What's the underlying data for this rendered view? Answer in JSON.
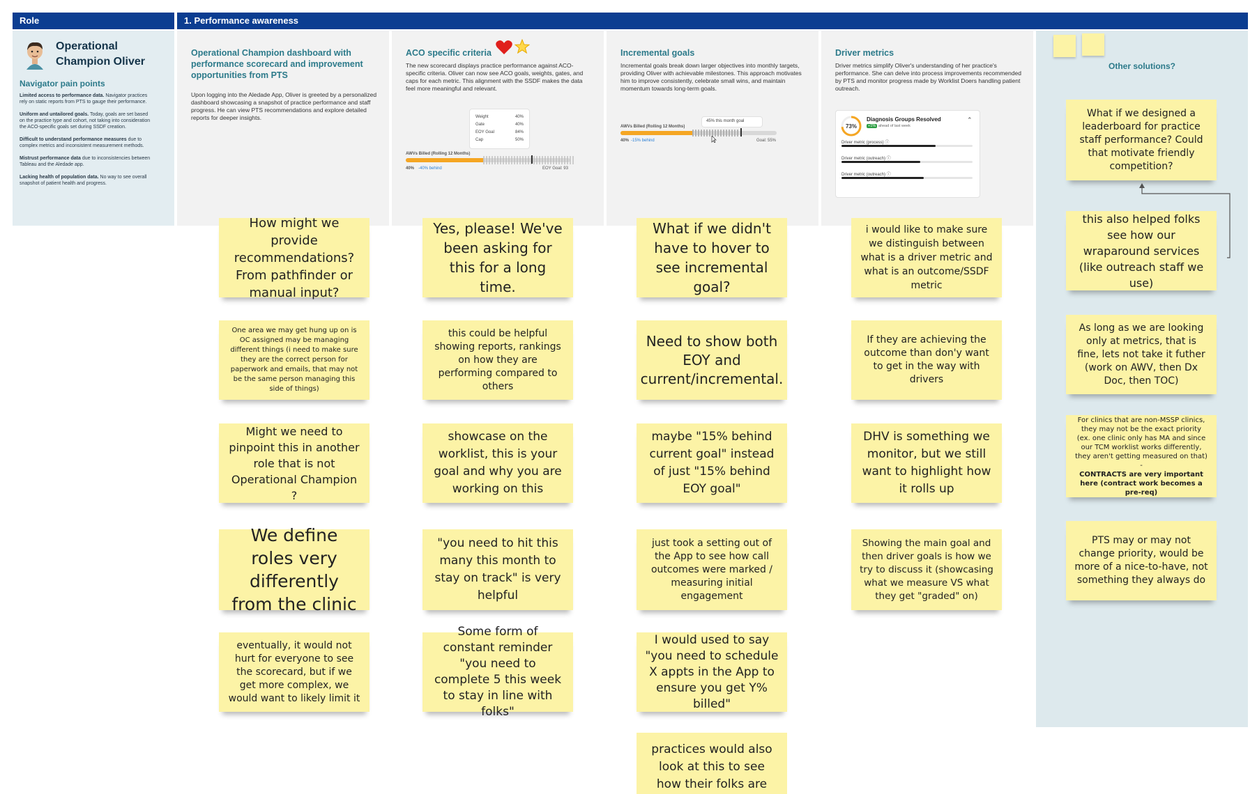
{
  "headers": {
    "role": "Role",
    "section": "1. Performance awareness"
  },
  "persona": {
    "name": "Operational Champion Oliver",
    "pain_title": "Navigator pain points",
    "pain_points": [
      {
        "bold": "Limited access to performance data.",
        "text": " Navigator practices rely on static reports from PTS to gauge their performance."
      },
      {
        "bold": "Uniform and untailored goals.",
        "text": " Today, goals are set based on the practice type and cohort, not taking into consideration the ACO-specific goals set during SSDF creation."
      },
      {
        "bold": "Difficult to understand performance measures",
        "text": " due to complex metrics and inconsistent measurement methods."
      },
      {
        "bold": "Mistrust performance data",
        "text": " due to inconsistencies between Tableau and the Aledade app."
      },
      {
        "bold": "Lacking health of population data.",
        "text": " No way to see overall snapshot of patient health and progress."
      }
    ]
  },
  "columns": [
    {
      "title": "Operational Champion dashboard with performance scorecard and improvement opportunities from PTS",
      "desc": "Upon logging into the Aledade App, Oliver is greeted by a personalized dashboard showcasing a snapshot of practice performance and staff progress. He can view PTS recommendations and explore detailed reports for deeper insights."
    },
    {
      "title": "ACO specific criteria",
      "desc": "The new scorecard displays practice performance against ACO-specific criteria. Oliver can now see ACO goals, weights, gates, and caps for each metric. This alignment with the SSDF makes the data feel more meaningful and relevant."
    },
    {
      "title": "Incremental goals",
      "desc": "Incremental goals break down larger objectives into monthly targets, providing Oliver with achievable milestones. This approach motivates him to improve consistently, celebrate small wins, and maintain momentum towards long-term goals."
    },
    {
      "title": "Driver metrics",
      "desc": "Driver metrics simplify Oliver's understanding of her practice's performance. She can delve into process improvements recommended by PTS and monitor progress made by Worklist Doers handling patient outreach."
    }
  ],
  "other_solutions": {
    "title": "Other solutions?"
  },
  "aco_mock": {
    "rows": [
      [
        "Weight",
        "40%"
      ],
      [
        "Gate",
        "40%"
      ],
      [
        "EOY Goal",
        "84%"
      ],
      [
        "Cap",
        "50%"
      ]
    ],
    "bar_label": "AWVs Billed (Rolling 12 Months)",
    "left": "40%",
    "left_status": "-40% behind",
    "right": "EOY Goal: 93",
    "progress": 0.47
  },
  "incr_mock": {
    "tooltip": "45% this month goal",
    "bar_label": "AWVs Billed (Rolling 12 Months)",
    "left": "40%",
    "left_status": "-15% behind",
    "right": "Goal: 55%",
    "progress": 0.46
  },
  "driver_mock": {
    "percent": "73%",
    "title": "Diagnosis Groups Resolved",
    "badge": "+1%",
    "sub": "ahead of last week",
    "progress": 0.73,
    "rows": [
      {
        "label": "Driver metric (process)",
        "value": 0.72
      },
      {
        "label": "Driver metric (outreach)",
        "value": 0.6
      },
      {
        "label": "Driver metric (outreach)",
        "value": 0.63
      }
    ]
  },
  "stickies": {
    "c1": [
      "How might we provide recommendations? From pathfinder or manual input?",
      "One area we may get hung up on is OC assigned may be managing different things (i need to make sure they are the correct person for paperwork and emails, that may not be the same person managing this side of things)",
      "Might we need to pinpoint this in another role that is not Operational Champion ?",
      "We define roles very differently from the clinic",
      "eventually, it would not hurt for everyone to see the scorecard, but if we get more complex, we would want to likely limit it"
    ],
    "c2": [
      "Yes, please! We've been asking for this for a long time.",
      "this could be helpful showing reports, rankings on how they are performing compared to others",
      "showcase on the worklist, this is your goal and why you are working on this",
      "\"you need to hit this many this month to stay on track\" is very helpful",
      "Some form of constant reminder \"you need to complete 5 this week to stay in line with folks\""
    ],
    "c3": [
      "What if we didn't have to hover to see incremental goal?",
      "Need to show both EOY and current/incremental.",
      "maybe \"15% behind current goal\" instead of just \"15% behind EOY goal\"",
      "just took a setting out of the App to see how call outcomes were marked / measuring initial engagement",
      "I would used to say \"you need to schedule X appts in the App to ensure you get Y% billed\"",
      "practices would also look at this to see how their folks are"
    ],
    "c4": [
      "i would like to make sure we distinguish between what is a driver metric and what is an outcome/SSDF metric",
      "If they are achieving the outcome than don'y want to get in the way with drivers",
      "DHV is something we monitor, but we still want to highlight how it rolls up",
      "Showing the main goal and then driver goals is how we try to discuss it (showcasing what we measure VS what they get \"graded\" on)"
    ],
    "c5": [
      "What if we designed a leaderboard for practice staff performance? Could that motivate friendly competition?",
      "this also helped folks see how our wraparound services (like outreach staff we use)",
      "As long as we are looking only at metrics, that is fine, lets not take it futher (work on AWV, then Dx Doc, then TOC)",
      "For clinics that are non-MSSP clinics, they may not be the exact priority (ex. one clinic only has MA and since our TCM worklist works differently, they aren't getting measured on that) -",
      "CONTRACTS are very important here (contract work becomes a pre-req)",
      "PTS may or may not change priority, would be more of a nice-to-have, not something they always do"
    ]
  }
}
